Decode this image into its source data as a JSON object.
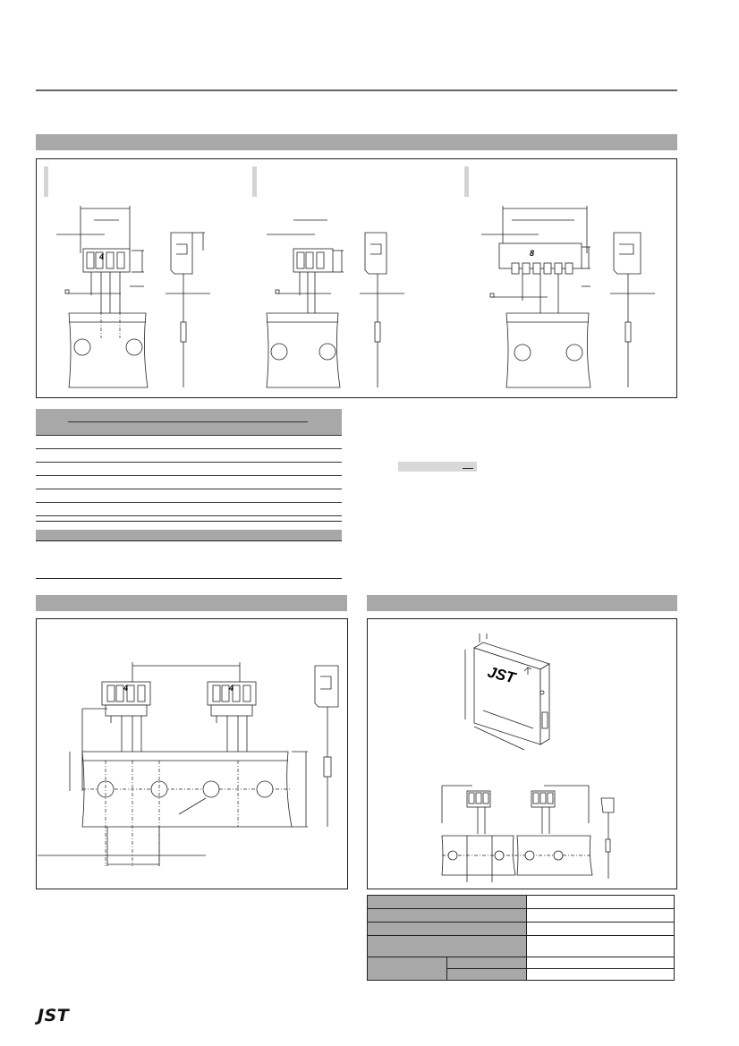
{
  "header": {},
  "diagrams": {
    "top_labels": [
      "4",
      "8"
    ],
    "packaging_logo": "JST",
    "reel_labels": [
      "4",
      "4"
    ]
  },
  "footer": {
    "logo": "JST"
  }
}
